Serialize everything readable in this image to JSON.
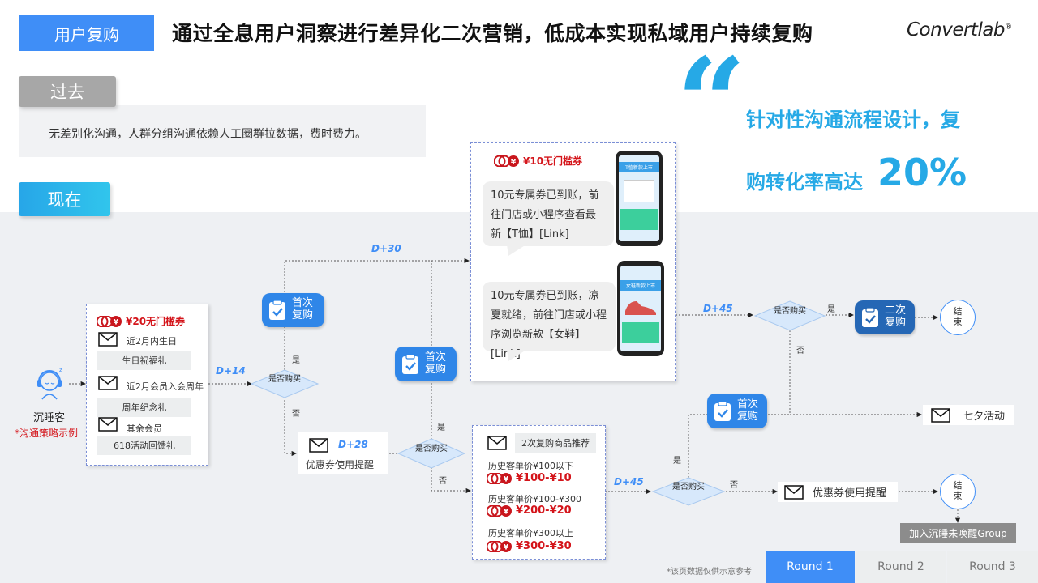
{
  "header": {
    "tag": "用户复购",
    "headline": "通过全息用户洞察进行差异化二次营销，低成本实现私域用户持续复购",
    "logo": "Convertlab",
    "logo_mark": "®"
  },
  "past": {
    "tag": "过去",
    "text": "无差别化沟通，人群分组沟通依赖人工圈群拉数据，费时费力。"
  },
  "now": {
    "tag": "现在"
  },
  "highlight": {
    "line1": "针对性沟通流程设计，复",
    "line2": "购转化率高达",
    "value": "20%"
  },
  "start": {
    "label": "沉睡客",
    "note": "*沟通策略示例"
  },
  "card1": {
    "coupon": "¥20无门槛券",
    "items": [
      {
        "text": "近2月内生日",
        "pill": "生日祝福礼"
      },
      {
        "text": "近2月会员入会周年",
        "pill": "周年纪念礼"
      },
      {
        "text": "其余会员",
        "pill": "618活动回馈礼"
      }
    ]
  },
  "card2": {
    "coupon": "¥10无门槛券",
    "msg1": "10元专属券已到账，前往门店或小程序查看最新【T恤】[Link]",
    "msg2": "10元专属券已到账，凉夏就绪，前往门店或小程序浏览新款【女鞋】[Link]",
    "phone1_title": "T恤新款上市",
    "phone2_title": "女鞋新款上市"
  },
  "card3": {
    "header": "2次复购商品推荐",
    "tiers": [
      {
        "label": "历史客单价¥100以下",
        "coupon": "¥100-¥10"
      },
      {
        "label": "历史客单价¥100-¥300",
        "coupon": "¥200-¥20"
      },
      {
        "label": "历史客单价¥300以上",
        "coupon": "¥300-¥30"
      }
    ]
  },
  "delays": {
    "d14": "D+14",
    "d30": "D+30",
    "d28": "D+28",
    "d45a": "D+45",
    "d45b": "D+45"
  },
  "decision": {
    "label": "是否购买",
    "yes": "是",
    "no": "否"
  },
  "badges": {
    "first": "首次复购",
    "second": "二次复购"
  },
  "boxes": {
    "coupon_reminder": "优惠券使用提醒",
    "qixi": "七夕活动",
    "coupon_reminder2": "优惠券使用提醒",
    "group": "加入沉睡未唤醒Group"
  },
  "end_label": "结束",
  "footnote": "*该页数据仅供示意参考",
  "rounds": [
    {
      "label": "Round 1",
      "active": true
    },
    {
      "label": "Round 2",
      "active": false
    },
    {
      "label": "Round 3",
      "active": false
    }
  ],
  "colors": {
    "primary_blue": "#3f8ef7",
    "highlight_cyan": "#26a9e6",
    "coupon_red": "#d4141a",
    "badge_blue": "#2f86e8",
    "badge_dark_blue": "#2567b5"
  }
}
